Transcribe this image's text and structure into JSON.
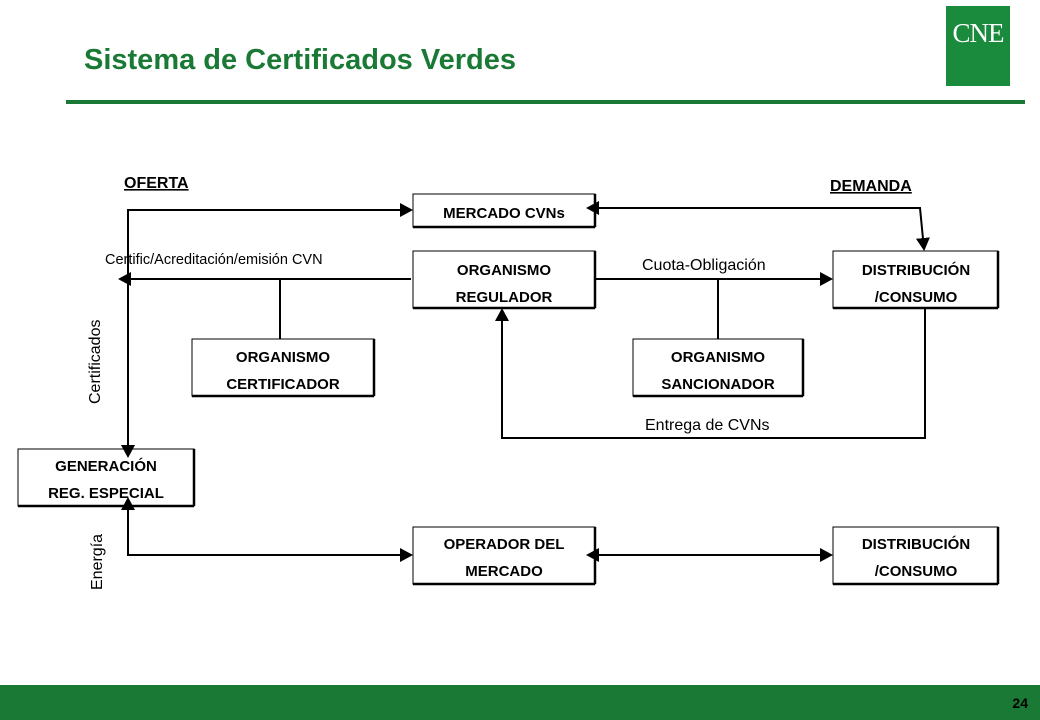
{
  "header": {
    "title": "Sistema de Certificados Verdes",
    "logo_text": "CNE"
  },
  "colors": {
    "brand_green": "#1a7a35",
    "logo_green": "#1a8a3c"
  },
  "diagram": {
    "labels": {
      "oferta": "OFERTA",
      "demanda": "DEMANDA",
      "certific": "Certific/Acreditación/emisión CVN",
      "cuota": "Cuota-Obligación",
      "entrega": "Entrega de CVNs",
      "certificados": "Certificados",
      "energia": "Energía"
    },
    "boxes": {
      "mercado_cvns": [
        "MERCADO CVNs"
      ],
      "organismo_regulador": [
        "ORGANISMO",
        "REGULADOR"
      ],
      "distribucion_consumo_1": [
        "DISTRIBUCIÓN",
        "/CONSUMO"
      ],
      "organismo_certificador": [
        "ORGANISMO",
        "CERTIFICADOR"
      ],
      "organismo_sancionador": [
        "ORGANISMO",
        "SANCIONADOR"
      ],
      "generacion": [
        "GENERACIÓN",
        "REG. ESPECIAL"
      ],
      "operador_mercado": [
        "OPERADOR DEL",
        "MERCADO"
      ],
      "distribucion_consumo_2": [
        "DISTRIBUCIÓN",
        "/CONSUMO"
      ]
    }
  },
  "footer": {
    "page_number": "24"
  }
}
